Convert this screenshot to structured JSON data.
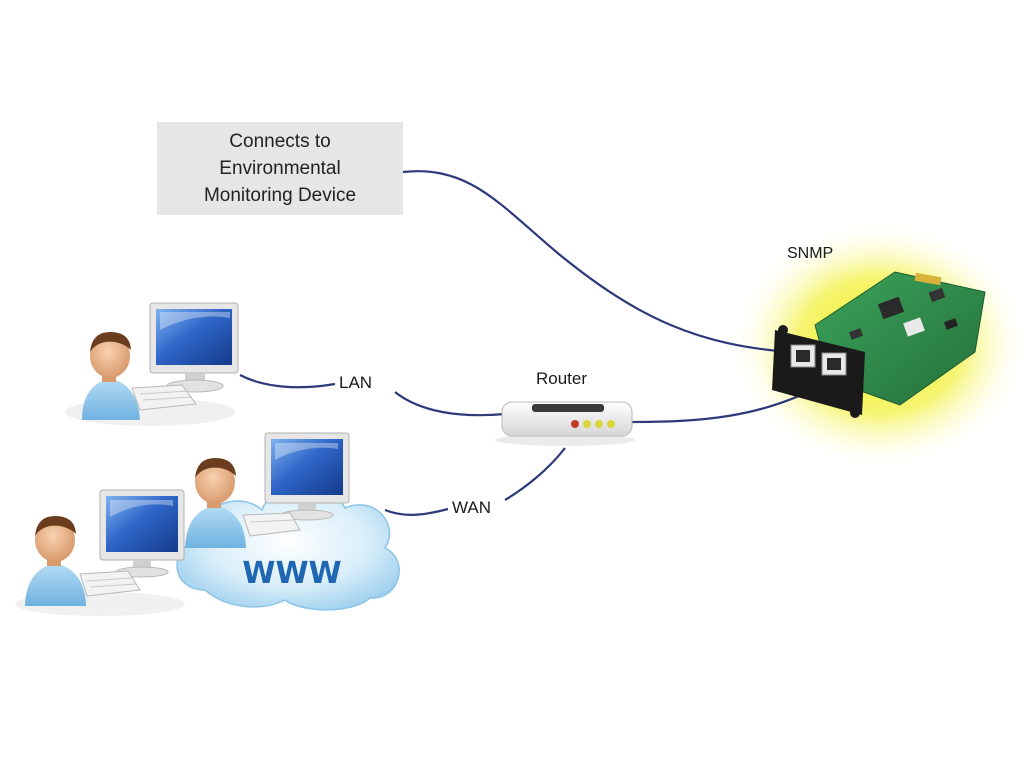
{
  "environment_box": {
    "line1": "Connects to",
    "line2": "Environmental",
    "line3": "Monitoring Device"
  },
  "labels": {
    "lan": "LAN",
    "wan": "WAN",
    "router": "Router",
    "snmp": "SNMP"
  },
  "cloud": {
    "text": "WWW"
  },
  "colors": {
    "cable": "#2d3a7a",
    "monitor_screen": "#2f66c8",
    "cloud": "#bfe0f3",
    "snmp_glow": "#f2f20a",
    "board": "#2f8a4a",
    "person_shirt": "#8ec8ec"
  }
}
